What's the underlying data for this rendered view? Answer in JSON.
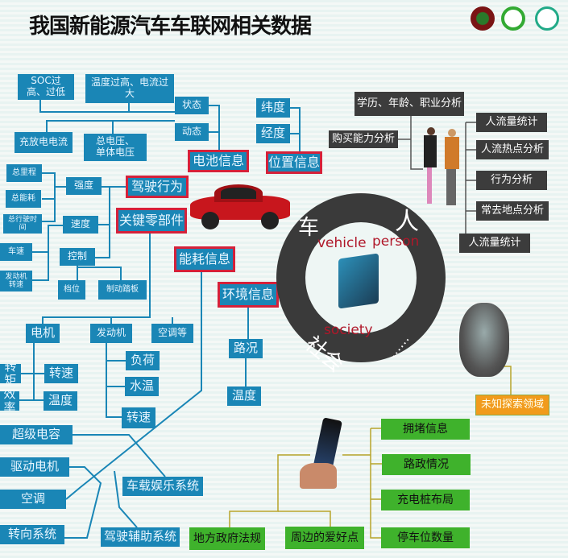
{
  "title": "我国新能源汽车车联网相关数据",
  "logos": [
    "university-seal",
    "green-e-logo",
    "ev-logo"
  ],
  "vehicle": {
    "battery": {
      "label": "电池信息",
      "state": "状态",
      "dynamic": "动态",
      "soc": "SOC过\n高、过低",
      "temp_current": "温度过高、电流过\n大",
      "charge_current": "充放电电流",
      "voltage": "总电压、\n单体电压"
    },
    "location": {
      "label": "位置信息",
      "lat": "纬度",
      "lon": "经度"
    },
    "driving": {
      "label": "驾驶行为",
      "intensity": "强度",
      "speed": "速度",
      "control": "控制",
      "mileage": "总里程",
      "energy_total": "总能耗",
      "drive_time": "总行驶时\n间",
      "car_speed": "车速",
      "engine_rpm": "发动机\n转速",
      "gear": "档位",
      "brake": "制动踏板"
    },
    "components": {
      "label": "关键零部件",
      "motor": "电机",
      "engine": "发动机",
      "ac": "空调等",
      "torque": "转矩",
      "motor_rpm": "转速",
      "efficiency": "效率",
      "motor_temp": "温度",
      "load": "负荷",
      "water_temp": "水温",
      "engine_rpm": "转速"
    },
    "energy": {
      "label": "能耗信息",
      "supercap": "超级电容",
      "drive_motor": "驱动电机",
      "aircon": "空调",
      "steering": "转向系统",
      "infotainment": "车载娱乐系统",
      "adas": "驾驶辅助系统"
    },
    "environment": {
      "label": "环境信息",
      "road": "路况",
      "temp": "温度"
    }
  },
  "ring": {
    "vehicle_cn": "车",
    "person_cn": "人",
    "society_cn": "社会",
    "more": "……",
    "vehicle_en": "vehicle",
    "person_en": "person",
    "society_en": "society"
  },
  "person": {
    "demographics": "学历、年龄、职业分析",
    "purchasing": "购买能力分析",
    "flow1": "人流量统计",
    "hotspot": "人流热点分析",
    "behavior": "行为分析",
    "places": "常去地点分析",
    "flow2": "人流量统计"
  },
  "unknown": "未知探索领域",
  "society": {
    "regulations": "地方政府法规",
    "hobbies": "周边的爱好点",
    "congestion": "拥堵信息",
    "roadwork": "路政情况",
    "charging": "充电桩布局",
    "parking": "停车位数量"
  },
  "colors": {
    "blue": "#1a86b6",
    "red_border": "#d5213a",
    "green": "#3fb22c",
    "dark": "#3c3c3c",
    "orange": "#f19b1c"
  }
}
